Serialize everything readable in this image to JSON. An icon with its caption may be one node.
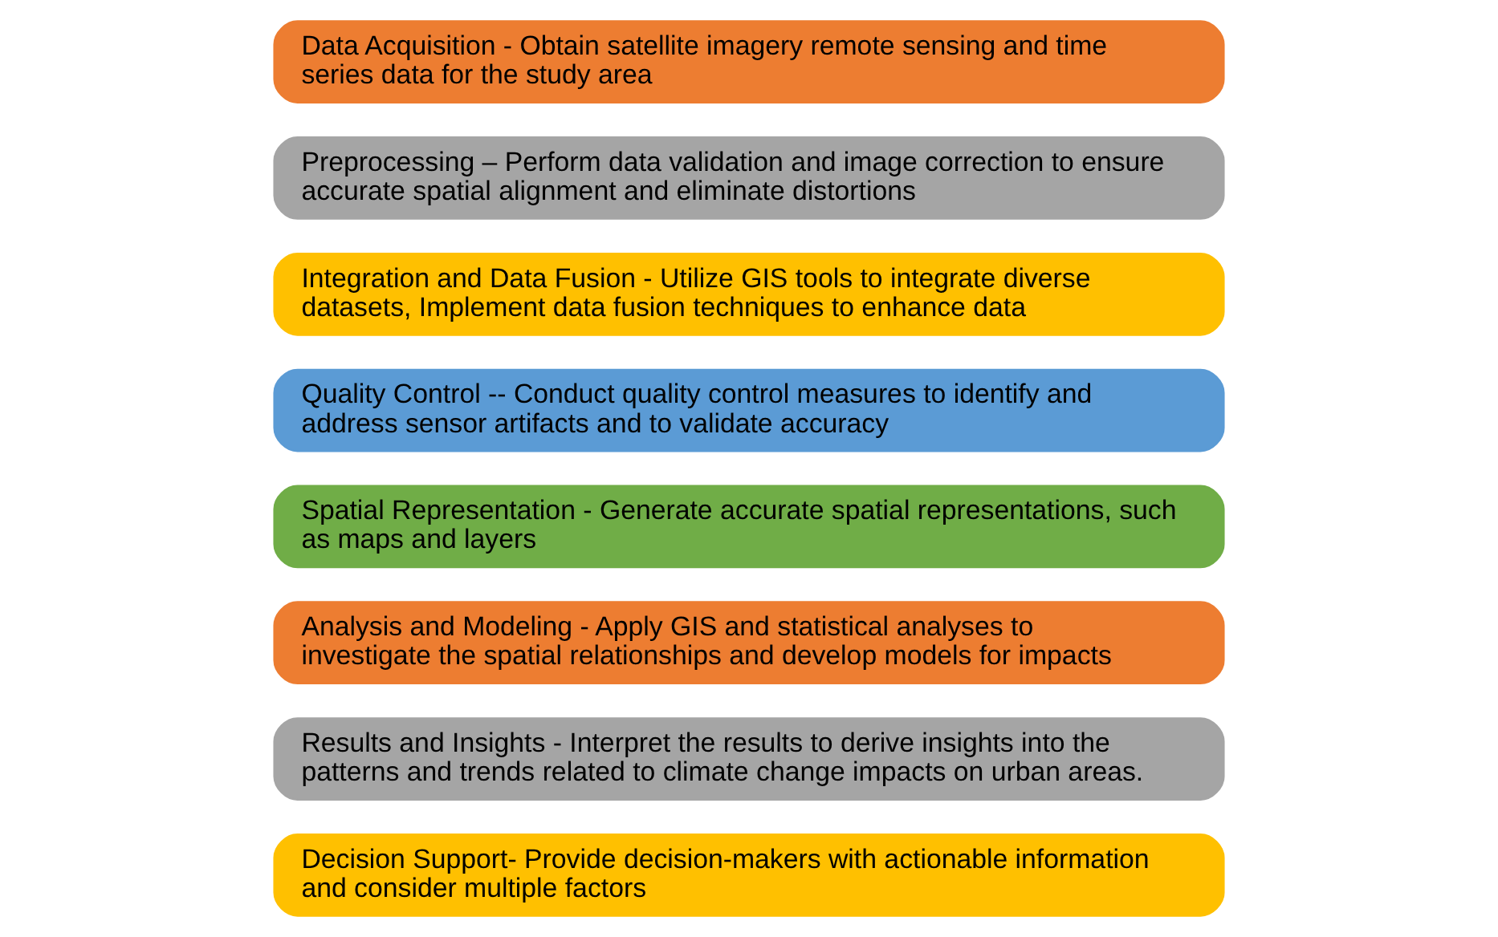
{
  "diagram": {
    "nodes": [
      {
        "text": [
          "Data Acquisition - Obtain satellite imagery remote sensing and time series data for the study area"
        ]
      },
      {
        "text": [
          "Preprocessing – Perform data validation and image correction to ensure accurate spatial alignment and eliminate distortions"
        ]
      },
      {
        "text": [
          "Integration and Data Fusion - Utilize GIS tools to integrate diverse datasets, Implement data fusion techniques to enhance data"
        ]
      },
      {
        "text": [
          "Quality Control -- Conduct quality control measures to identify and address sensor artifacts and to validate accuracy"
        ]
      },
      {
        "text": [
          "Spatial Representation - Generate accurate spatial representations, such as maps and layers"
        ]
      },
      {
        "text": [
          "Analysis and Modeling - Apply GIS and statistical analyses to investigate the spatial relationships and develop models for impacts"
        ]
      },
      {
        "text": [
          "Results and Insights - Interpret the results to derive insights into the patterns and trends related to climate change impacts on urban areas."
        ]
      },
      {
        "text": [
          "Decision Support- Provide decision-makers with actionable information and consider multiple factors"
        ]
      }
    ],
    "edges": []
  }
}
